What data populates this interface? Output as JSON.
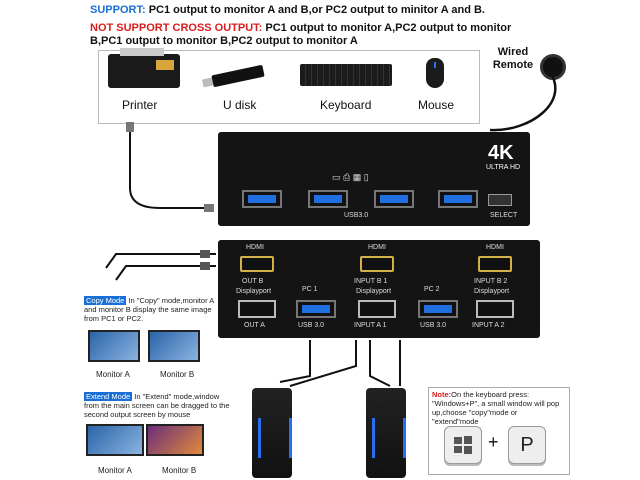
{
  "support": {
    "label": "SUPPORT:",
    "text": "PC1 output to monitor A and B,or PC2 output to minitor A and B."
  },
  "not_support": {
    "label": "NOT SUPPORT CROSS OUTPUT:",
    "text": "PC1 output to monitor A,PC2 output to monitor B,PC1 output to monitor B,PC2 output to monitor A"
  },
  "peripherals": [
    {
      "label": "Printer",
      "icon": "printer-icon"
    },
    {
      "label": "U disk",
      "icon": "usb-drive-icon"
    },
    {
      "label": "Keyboard",
      "icon": "keyboard-icon"
    },
    {
      "label": "Mouse",
      "icon": "mouse-icon"
    }
  ],
  "remote": {
    "label": "Wired Remote"
  },
  "front_panel": {
    "badge_big": "4K",
    "badge_small": "ULTRA HD",
    "usb_label": "USB3.0",
    "select_label": "SELECT"
  },
  "rear_panel": {
    "hdmi_1": "HDMI",
    "hdmi_2": "HDMI",
    "hdmi_3": "HDMI",
    "out_b": "OUT B",
    "dp_1": "Displayport",
    "pc1": "PC 1",
    "input_b1": "INPUT B 1",
    "dp_2": "Displayport",
    "pc2": "PC 2",
    "input_b2": "INPUT B 2",
    "dp_3": "Displayport",
    "out_a": "OUT A",
    "usb_1": "USB 3.0",
    "input_a1": "INPUT A 1",
    "usb_2": "USB 3.0",
    "input_a2": "INPUT A 2"
  },
  "copy_mode": {
    "tag": "Copy Mode",
    "text": "In \"Copy\" mode,monitor A and monitor B display the same image from PC1 or PC2.",
    "mon_a": "Monitor A",
    "mon_b": "Monitor B"
  },
  "extend_mode": {
    "tag": "Extend Mode",
    "text": "In \"Extend\" mode,window from the main screen can be dragged to the second output screen by mouse",
    "mon_a": "Monitor A",
    "mon_b": "Monitor B"
  },
  "note": {
    "label": "Note:",
    "text": "On the keyboard press: \"Windows+P\", a small window will pop up,choose \"copy\"mode or \"extend\"mode",
    "plus": "+",
    "key_p": "P"
  }
}
